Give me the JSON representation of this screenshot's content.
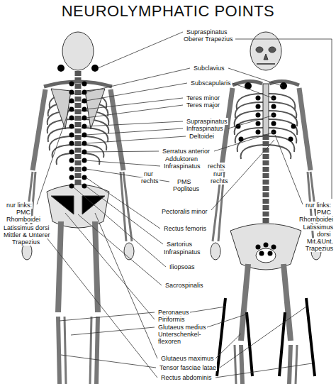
{
  "diagram": {
    "title": "NEUROLYMPHATIC POINTS",
    "labels": [
      "Supraspinatus",
      "Oberer Trapezius",
      "Subclavius",
      "Subscapularis",
      "Teres minor",
      "Teres major",
      "Supraspinatus",
      "Infraspinatus",
      "Deltoidei",
      "Serratus anterior",
      "Adduktoren",
      "Infraspinatus",
      "nur",
      "rechts",
      "rechts",
      "nur",
      "rechts",
      "PMS",
      "Popliteus",
      "Pectoralis minor",
      "Rectus femoris",
      "Sartorius",
      "Infraspinatus",
      "Iliopsoas",
      "Sacrospinalis",
      "Peronaeus",
      "Piriformis",
      "Glutaeus medius",
      "Unterschenkel- flexoren",
      "Glutaeus maximus",
      "Tensor fasciae latae",
      "Rectus abdominis",
      "nur links:",
      "PMC",
      "Rhomboidei",
      "Latissimus dorsi",
      "Mittler & Unterer",
      "Trapezius",
      "nur links:",
      "PMC",
      "Rhomboidei",
      "Latissimus",
      "dorsi",
      "Mit.&Unt.",
      "Trapezius"
    ]
  }
}
